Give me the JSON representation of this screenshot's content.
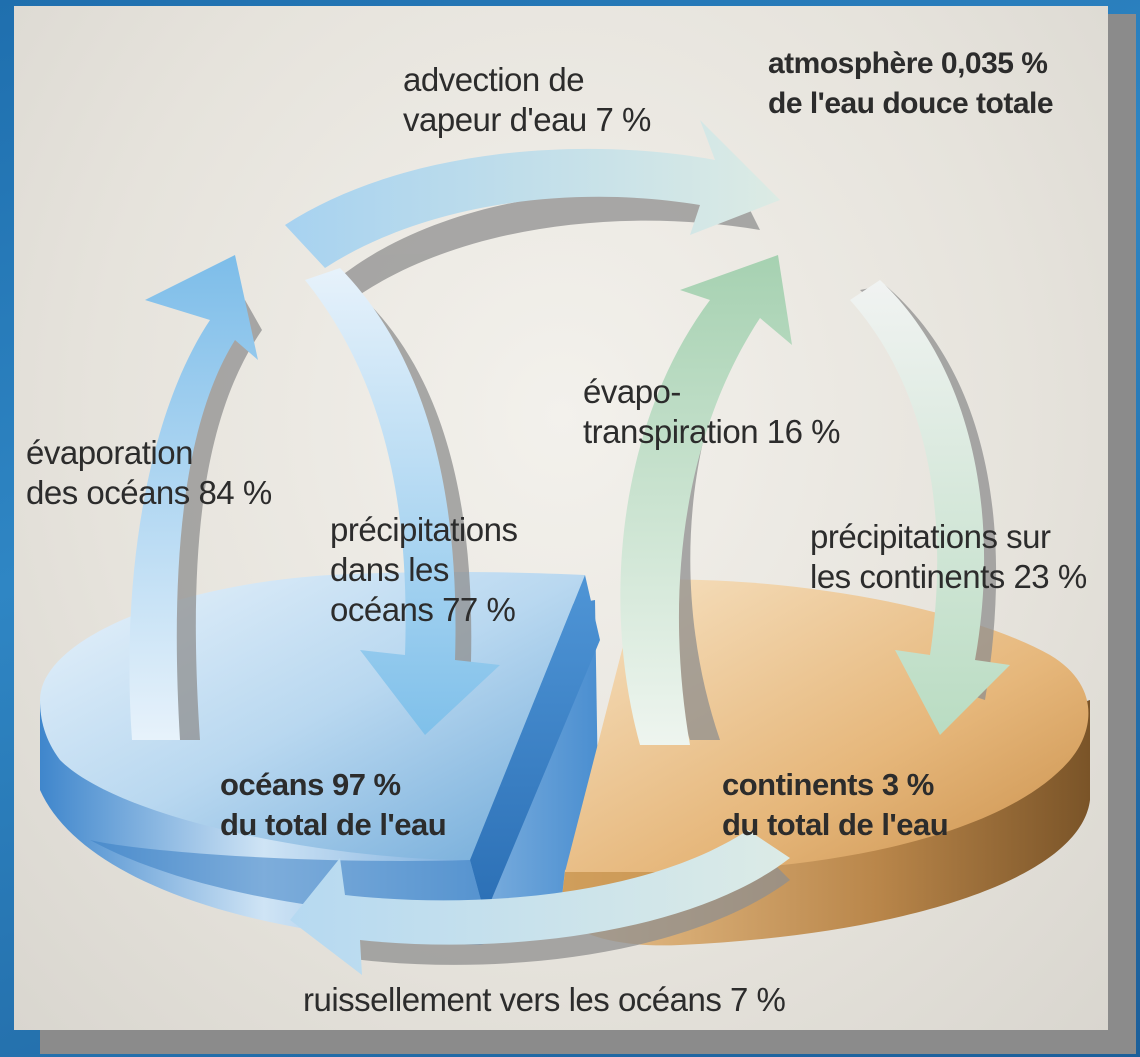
{
  "labels": {
    "advection": [
      "advection de",
      "vapeur d'eau 7 %"
    ],
    "atmosphere": [
      "atmosphère 0,035 %",
      "de l'eau douce totale"
    ],
    "evaporation": [
      "évaporation",
      "des océans 84 %"
    ],
    "evapotranspiration": [
      "évapo-",
      "transpiration 16 %"
    ],
    "precip_oceans": [
      "précipitations",
      "dans les",
      "océans 77 %"
    ],
    "precip_continents": [
      "précipitations sur",
      "les continents 23 %"
    ],
    "oceans": [
      "océans 97 %",
      "du total de l'eau"
    ],
    "continents": [
      "continents 3 %",
      "du total de l'eau"
    ],
    "ruissellement": "ruissellement vers les océans 7 %"
  },
  "colors": {
    "ocean_blue": "#5a9fdc",
    "continent_tan": "#d9a868",
    "arrow_blue": "#a9d3f2",
    "arrow_green": "#bcdcc5",
    "arrow_pale": "#e4ecef"
  }
}
